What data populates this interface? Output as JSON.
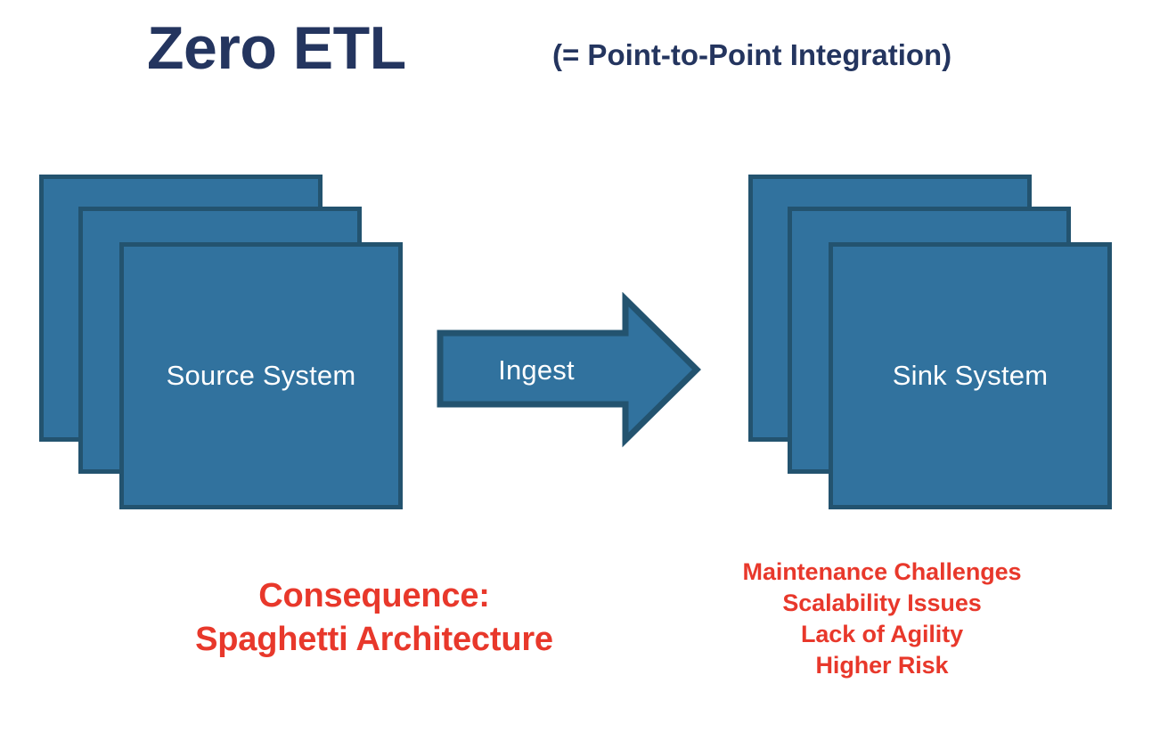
{
  "header": {
    "title": "Zero ETL",
    "subtitle": "(= Point-to-Point Integration)",
    "title_color": "#24355f"
  },
  "diagram": {
    "source": {
      "label": "Source System",
      "stack_count": 3
    },
    "flow": {
      "label": "Ingest",
      "direction": "left-to-right"
    },
    "sink": {
      "label": "Sink System",
      "stack_count": 3
    },
    "node_fill": "#31729e",
    "node_border": "#23536f",
    "node_text_color": "#ffffff"
  },
  "consequence": {
    "line1": "Consequence:",
    "line2": "Spaghetti Architecture",
    "color": "#e8382b"
  },
  "issues": {
    "color": "#e8382b",
    "items": [
      "Maintenance Challenges",
      "Scalability Issues",
      "Lack of Agility",
      "Higher Risk"
    ]
  }
}
